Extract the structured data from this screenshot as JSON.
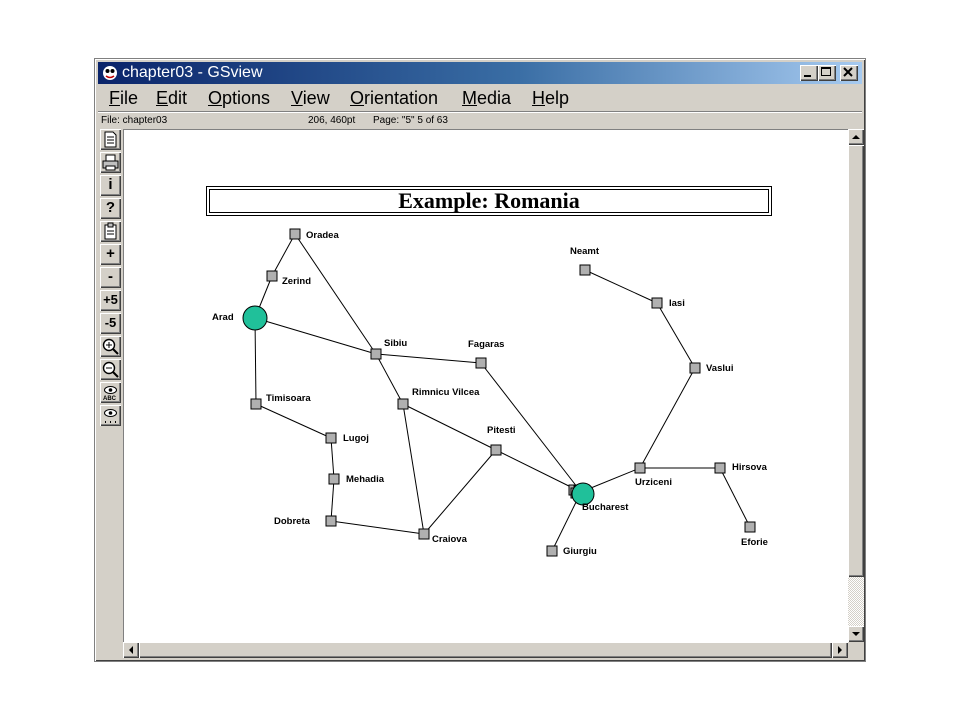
{
  "window": {
    "title": "chapter03 - GSview",
    "icon": "ghostscript-icon",
    "controls": [
      "minimize-icon",
      "maximize-icon",
      "close-icon"
    ]
  },
  "menu": [
    {
      "label": "File",
      "mnemonic": "F",
      "rest": "ile"
    },
    {
      "label": "Edit",
      "mnemonic": "E",
      "rest": "dit"
    },
    {
      "label": "Options",
      "mnemonic": "O",
      "rest": "ptions"
    },
    {
      "label": "View",
      "mnemonic": "V",
      "rest": "iew"
    },
    {
      "label": "Orientation",
      "mnemonic": "O",
      "rest": "rientation"
    },
    {
      "label": "Media",
      "mnemonic": "M",
      "rest": "edia"
    },
    {
      "label": "Help",
      "mnemonic": "H",
      "rest": "elp"
    }
  ],
  "status": {
    "file": "File: chapter03",
    "coords": "206, 460pt",
    "page": "Page: \"5\"  5 of 63"
  },
  "toolbar": [
    {
      "name": "open-icon",
      "label": ""
    },
    {
      "name": "print-icon",
      "label": ""
    },
    {
      "name": "info-icon",
      "label": "i"
    },
    {
      "name": "help-icon",
      "label": "?"
    },
    {
      "name": "goto-page-icon",
      "label": ""
    },
    {
      "name": "next-page-button",
      "label": "+"
    },
    {
      "name": "prev-page-button",
      "label": "-"
    },
    {
      "name": "forward-5-button",
      "label": "+5"
    },
    {
      "name": "back-5-button",
      "label": "-5"
    },
    {
      "name": "zoom-in-icon",
      "label": ""
    },
    {
      "name": "zoom-out-icon",
      "label": ""
    },
    {
      "name": "find-text-icon",
      "label": ""
    },
    {
      "name": "find-next-icon",
      "label": ""
    }
  ],
  "document": {
    "title": "Example:  Romania",
    "colors": {
      "goal": "#20c09a",
      "node": "#b0b0b0",
      "edge": "#000000"
    },
    "nodes": [
      {
        "name": "Oradea",
        "key": "oradea"
      },
      {
        "name": "Zerind",
        "key": "zerind"
      },
      {
        "name": "Arad",
        "key": "arad",
        "highlight": true
      },
      {
        "name": "Sibiu",
        "key": "sibiu"
      },
      {
        "name": "Fagaras",
        "key": "fagaras"
      },
      {
        "name": "Timisoara",
        "key": "timisoara"
      },
      {
        "name": "Rimnicu Vilcea",
        "key": "rimnicu"
      },
      {
        "name": "Lugoj",
        "key": "lugoj"
      },
      {
        "name": "Pitesti",
        "key": "pitesti"
      },
      {
        "name": "Mehadia",
        "key": "mehadia"
      },
      {
        "name": "Dobreta",
        "key": "dobreta"
      },
      {
        "name": "Craiova",
        "key": "craiova"
      },
      {
        "name": "Bucharest",
        "key": "bucharest",
        "highlight": true
      },
      {
        "name": "Giurgiu",
        "key": "giurgiu"
      },
      {
        "name": "Urziceni",
        "key": "urziceni"
      },
      {
        "name": "Hirsova",
        "key": "hirsova"
      },
      {
        "name": "Eforie",
        "key": "eforie"
      },
      {
        "name": "Vaslui",
        "key": "vaslui"
      },
      {
        "name": "Iasi",
        "key": "iasi"
      },
      {
        "name": "Neamt",
        "key": "neamt"
      }
    ],
    "edges": [
      [
        "oradea",
        "zerind"
      ],
      [
        "zerind",
        "arad"
      ],
      [
        "oradea",
        "sibiu"
      ],
      [
        "arad",
        "sibiu"
      ],
      [
        "arad",
        "timisoara"
      ],
      [
        "timisoara",
        "lugoj"
      ],
      [
        "lugoj",
        "mehadia"
      ],
      [
        "mehadia",
        "dobreta"
      ],
      [
        "dobreta",
        "craiova"
      ],
      [
        "sibiu",
        "fagaras"
      ],
      [
        "sibiu",
        "rimnicu"
      ],
      [
        "rimnicu",
        "pitesti"
      ],
      [
        "rimnicu",
        "craiova"
      ],
      [
        "craiova",
        "pitesti"
      ],
      [
        "pitesti",
        "bucharest"
      ],
      [
        "fagaras",
        "bucharest"
      ],
      [
        "bucharest",
        "giurgiu"
      ],
      [
        "bucharest",
        "urziceni"
      ],
      [
        "urziceni",
        "hirsova"
      ],
      [
        "hirsova",
        "eforie"
      ],
      [
        "urziceni",
        "vaslui"
      ],
      [
        "vaslui",
        "iasi"
      ],
      [
        "iasi",
        "neamt"
      ]
    ]
  }
}
